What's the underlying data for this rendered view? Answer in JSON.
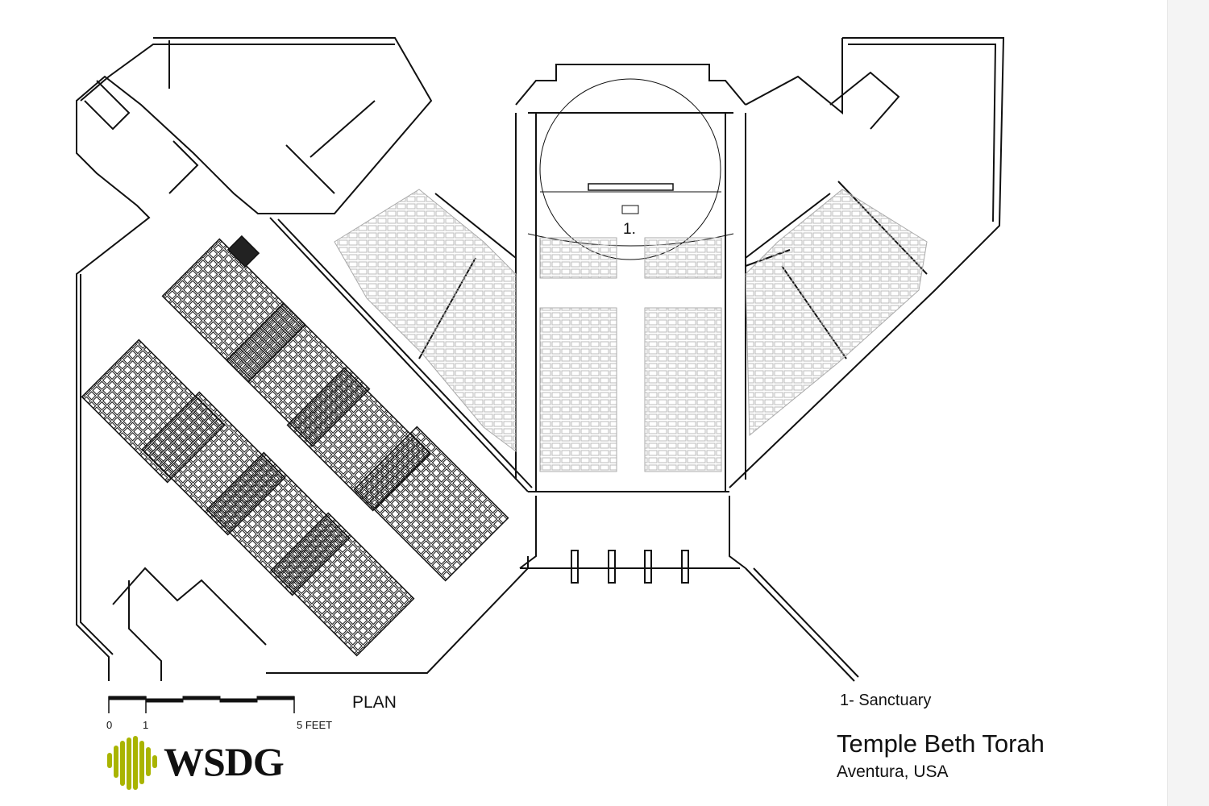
{
  "drawing": {
    "plan_label": "PLAN",
    "room_number": "1.",
    "scale": {
      "ticks": [
        "0",
        "1",
        "5 FEET"
      ]
    }
  },
  "legend": {
    "items": [
      "1- Sanctuary"
    ]
  },
  "project": {
    "title": "Temple Beth Torah",
    "location": "Aventura, USA"
  },
  "logo": {
    "text": "WSDG",
    "color": "#a9b400"
  },
  "colors": {
    "line": "#111111",
    "seat_light": "#bdbdbd"
  }
}
